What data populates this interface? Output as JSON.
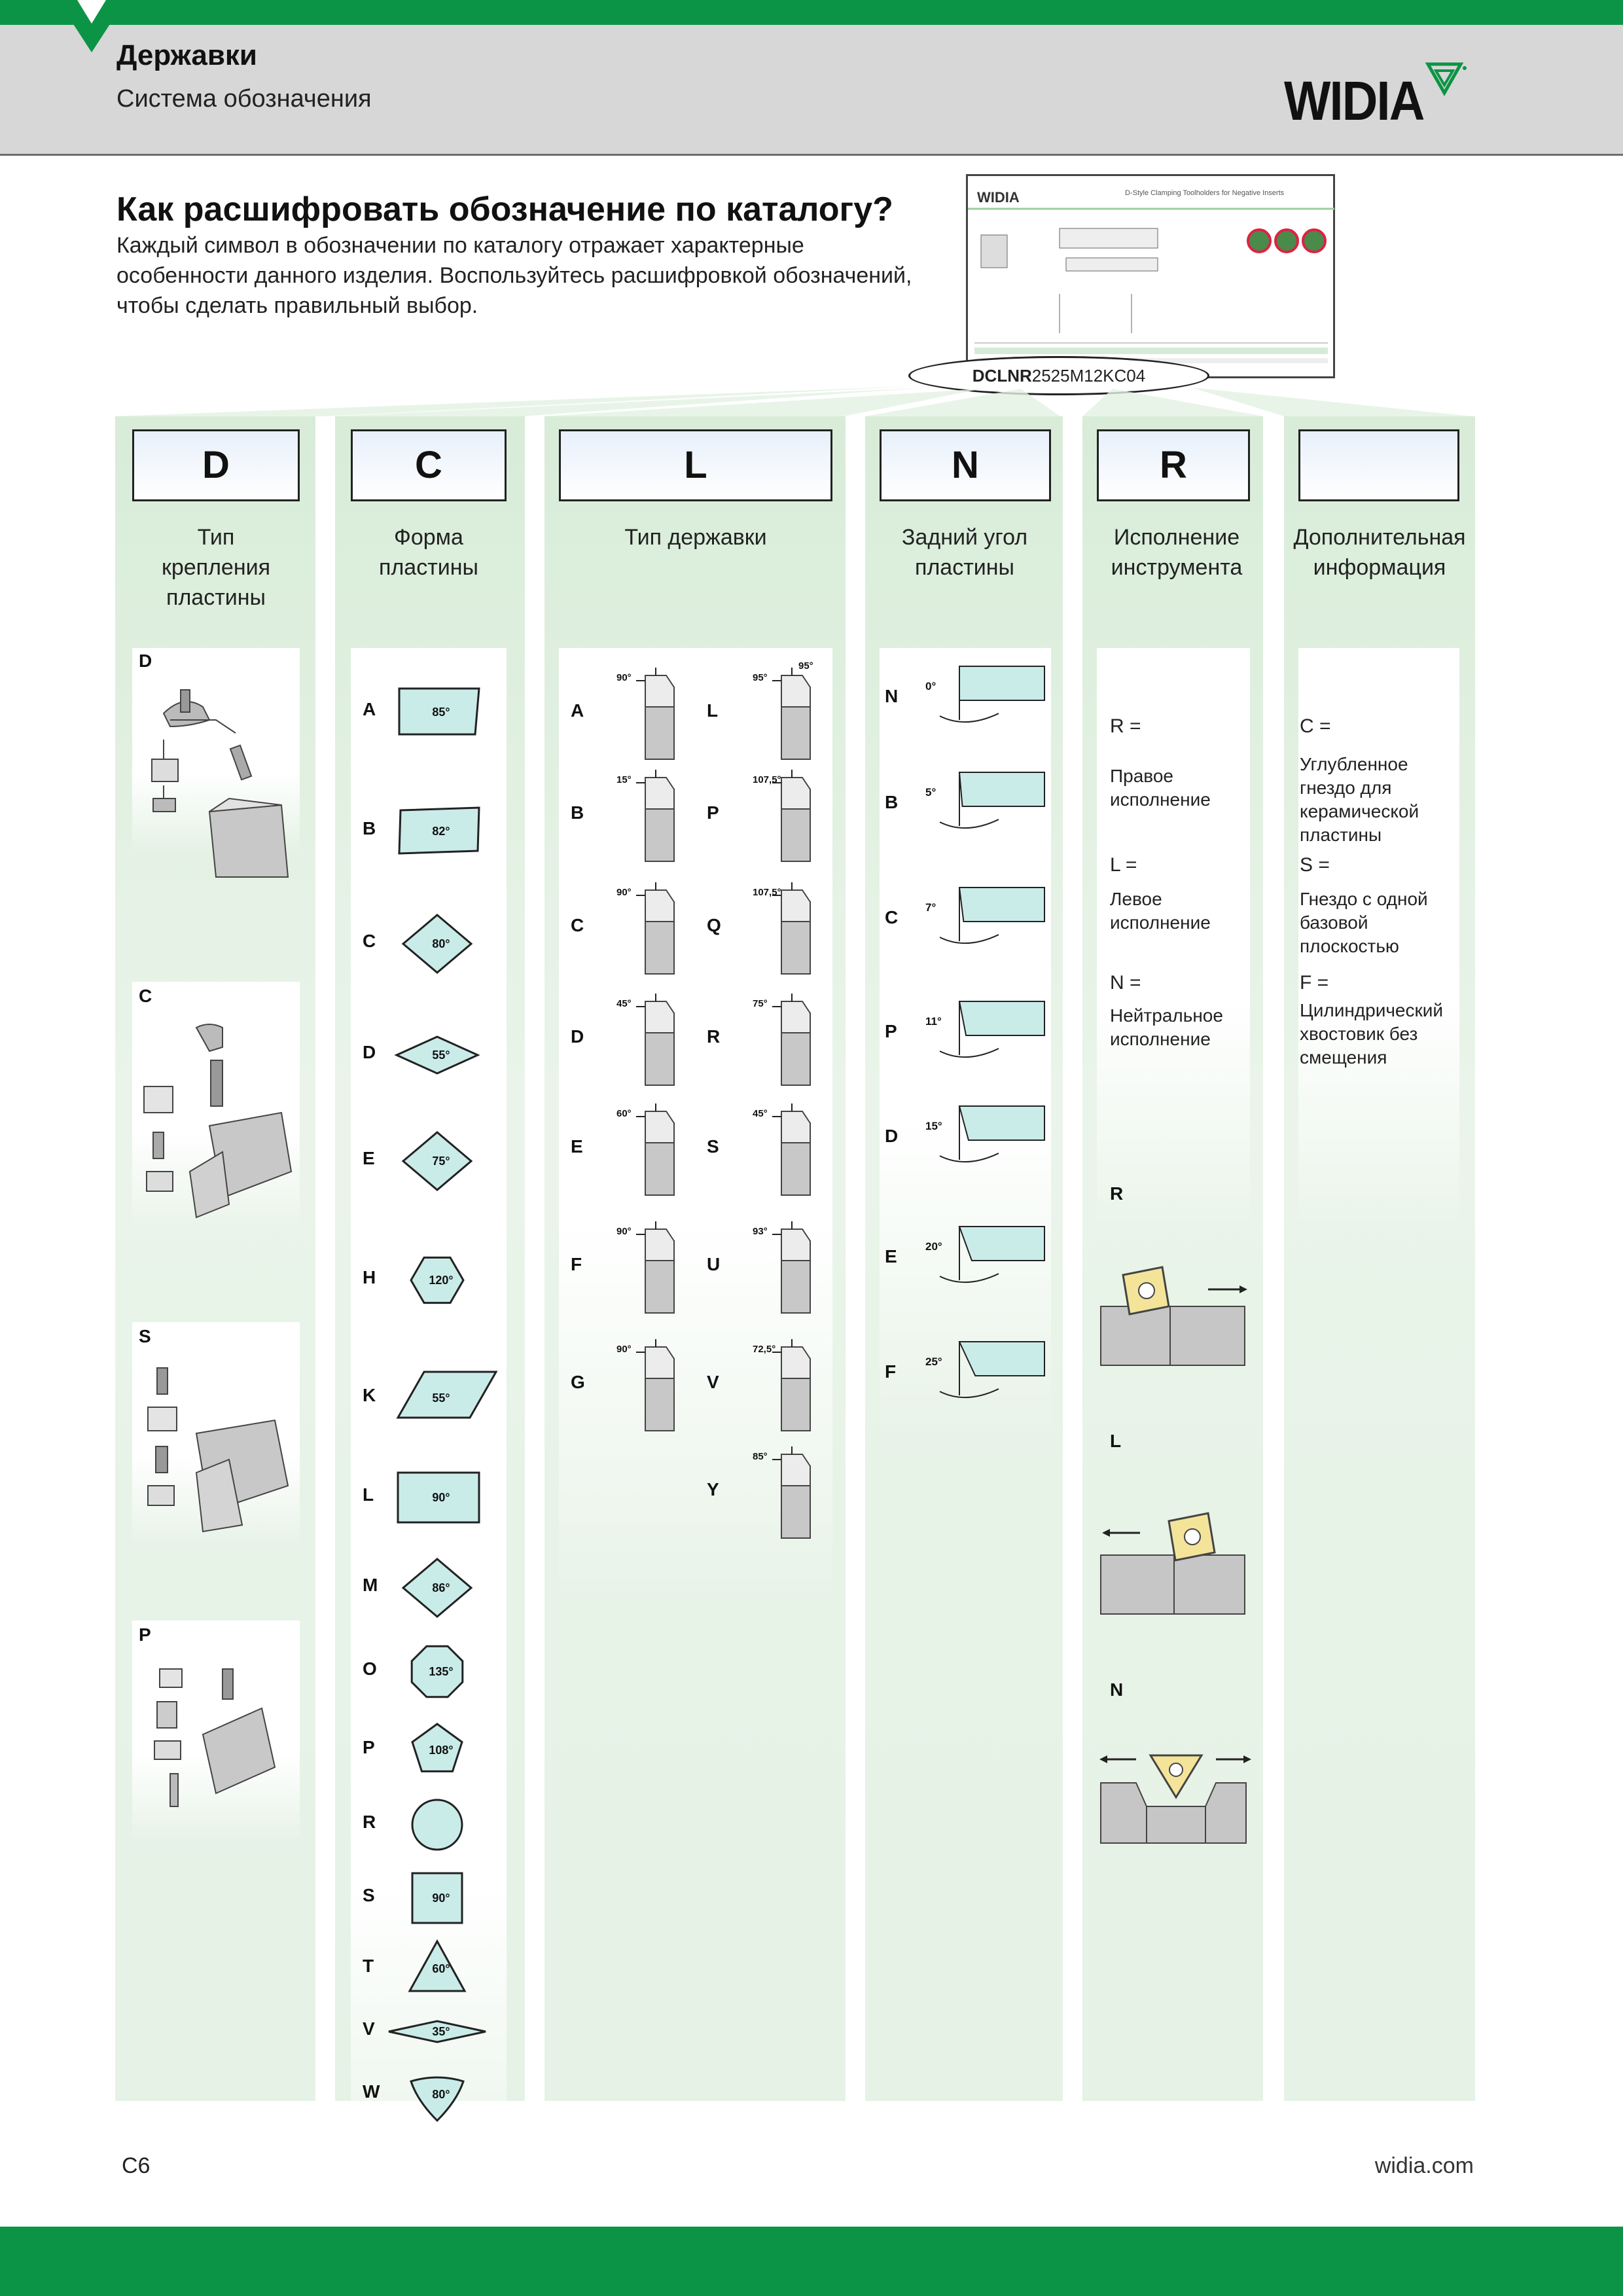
{
  "header": {
    "title": "Державки",
    "subtitle": "Система обозначения",
    "logo": "WIDIA"
  },
  "intro": {
    "title": "Как расшифровать обозначение по каталогу?",
    "text": "Каждый символ в обозначении по каталогу отражает характерные особенности данного изделия. Воспользуйтесь расшифровкой обозначений, чтобы сделать правильный выбор."
  },
  "catalog": {
    "logo": "WIDIA",
    "heading": "D-Style Clamping Toolholders for Negative Inserts",
    "designation_bold": "DCLNR",
    "designation_rest": "2525M12KC04"
  },
  "columns": [
    {
      "code": "D",
      "label": "Тип крепления пластины"
    },
    {
      "code": "C",
      "label": "Форма пластины"
    },
    {
      "code": "L",
      "label": "Тип державки"
    },
    {
      "code": "N",
      "label": "Задний угол пластины"
    },
    {
      "code": "R",
      "label": "Исполнение инструмента"
    },
    {
      "code": "",
      "label": "Дополнительная информация"
    }
  ],
  "clamping": [
    "D",
    "C",
    "S",
    "P"
  ],
  "shapes": [
    {
      "letter": "A",
      "angle": "85°",
      "shape": "parallelogram"
    },
    {
      "letter": "B",
      "angle": "82°",
      "shape": "parallelogram"
    },
    {
      "letter": "C",
      "angle": "80°",
      "shape": "rhombus"
    },
    {
      "letter": "D",
      "angle": "55°",
      "shape": "rhombus"
    },
    {
      "letter": "E",
      "angle": "75°",
      "shape": "rhombus"
    },
    {
      "letter": "H",
      "angle": "120°",
      "shape": "hexagon"
    },
    {
      "letter": "K",
      "angle": "55°",
      "shape": "parallelogram"
    },
    {
      "letter": "L",
      "angle": "90°",
      "shape": "rectangle"
    },
    {
      "letter": "M",
      "angle": "86°",
      "shape": "rhombus"
    },
    {
      "letter": "O",
      "angle": "135°",
      "shape": "octagon"
    },
    {
      "letter": "P",
      "angle": "108°",
      "shape": "pentagon"
    },
    {
      "letter": "R",
      "angle": "",
      "shape": "circle"
    },
    {
      "letter": "S",
      "angle": "90°",
      "shape": "square"
    },
    {
      "letter": "T",
      "angle": "60°",
      "shape": "triangle"
    },
    {
      "letter": "V",
      "angle": "35°",
      "shape": "rhombus"
    },
    {
      "letter": "W",
      "angle": "80°",
      "shape": "trigon"
    }
  ],
  "holder_types_left": [
    {
      "letter": "A",
      "angle": "90°"
    },
    {
      "letter": "B",
      "angle": "15°"
    },
    {
      "letter": "C",
      "angle": "90°"
    },
    {
      "letter": "D",
      "angle": "45°"
    },
    {
      "letter": "E",
      "angle": "60°"
    },
    {
      "letter": "F",
      "angle": "90°"
    },
    {
      "letter": "G",
      "angle": "90°"
    }
  ],
  "holder_types_right": [
    {
      "letter": "L",
      "angle": "95°",
      "angle2": "95°"
    },
    {
      "letter": "P",
      "angle": "107,5°"
    },
    {
      "letter": "Q",
      "angle": "107,5°"
    },
    {
      "letter": "R",
      "angle": "75°"
    },
    {
      "letter": "S",
      "angle": "45°"
    },
    {
      "letter": "U",
      "angle": "93°"
    },
    {
      "letter": "V",
      "angle": "72,5°"
    },
    {
      "letter": "Y",
      "angle": "85°"
    }
  ],
  "clearance": [
    {
      "letter": "N",
      "angle": "0°",
      "deg": 0
    },
    {
      "letter": "B",
      "angle": "5°",
      "deg": 5
    },
    {
      "letter": "C",
      "angle": "7°",
      "deg": 7
    },
    {
      "letter": "P",
      "angle": "11°",
      "deg": 11
    },
    {
      "letter": "D",
      "angle": "15°",
      "deg": 15
    },
    {
      "letter": "E",
      "angle": "20°",
      "deg": 20
    },
    {
      "letter": "F",
      "angle": "25°",
      "deg": 25
    }
  ],
  "hand": {
    "r_code": "R =",
    "r_text": "Правое исполнение",
    "l_code": "L =",
    "l_text": "Левое исполнение",
    "n_code": "N =",
    "n_text": "Нейтральное исполнение",
    "fig_r": "R",
    "fig_l": "L",
    "fig_n": "N"
  },
  "extra": {
    "c_code": "C =",
    "c_text": "Углубленное гнездо для керамической пластины",
    "s_code": "S =",
    "s_text": "Гнездо с одной базовой плоскостью",
    "f_code": "F =",
    "f_text": "Цилиндрический хвостовик без смещения"
  },
  "footer": {
    "page": "C6",
    "url": "widia.com"
  },
  "colors": {
    "brand_green": "#0b9445",
    "insert_fill": "#c9ece9",
    "column_bg": "#e3f1e3",
    "insert_gold": "#f3e49a"
  }
}
